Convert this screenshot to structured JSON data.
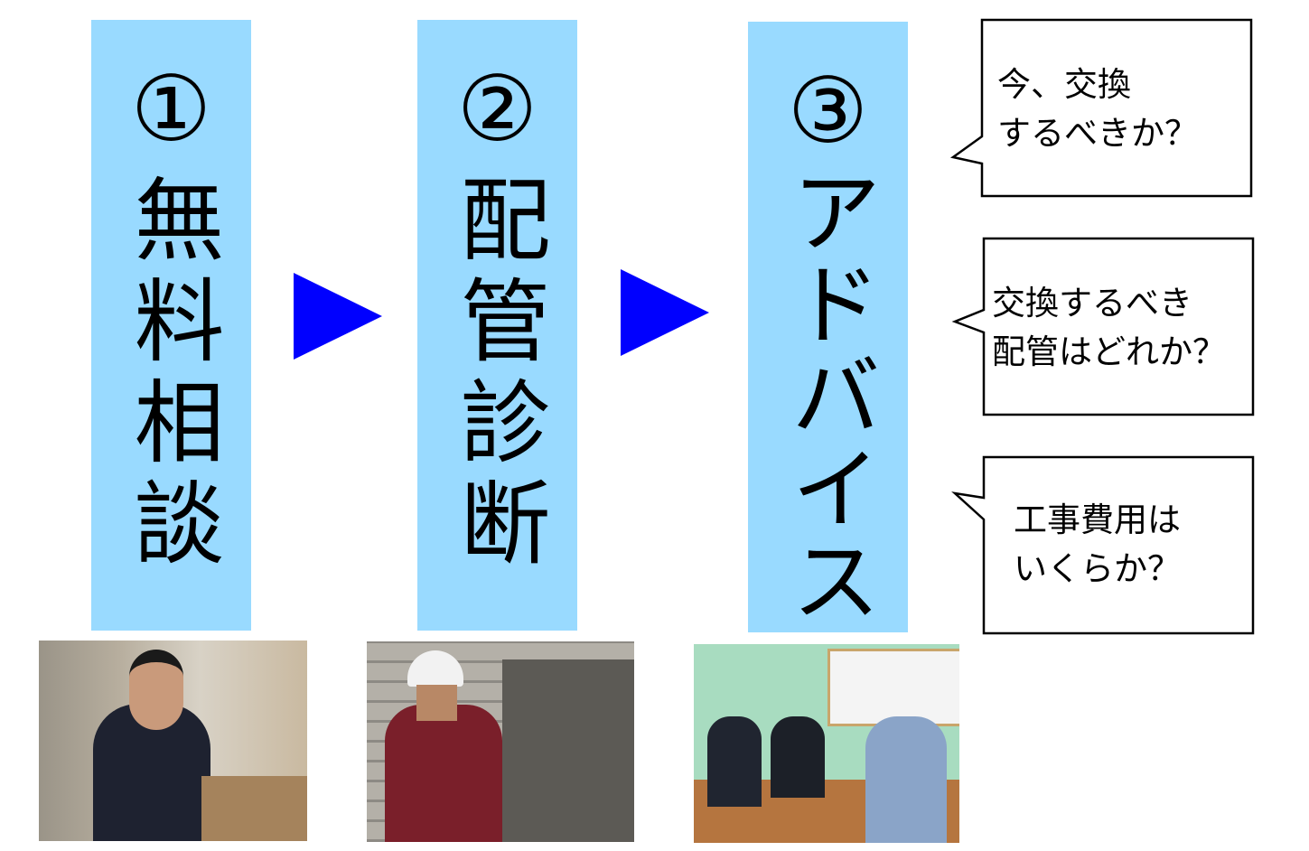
{
  "steps": [
    {
      "title": "①無料相談"
    },
    {
      "title": "②配管診断"
    },
    {
      "title": "③アドバイス"
    }
  ],
  "bubbles": [
    {
      "text": "今、交換\nするべきか？"
    },
    {
      "text": "交換するべき\n配管はどれか？"
    },
    {
      "text": "工事費用は\nいくらか？"
    }
  ],
  "colors": {
    "step_bg": "#99daff",
    "arrow": "#0000ff"
  }
}
